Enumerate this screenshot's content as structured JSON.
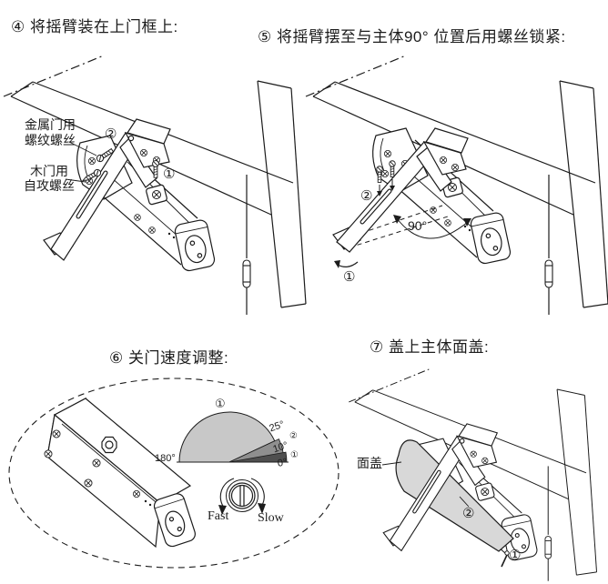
{
  "steps": {
    "s4": {
      "title": "④ 将摇臂装在上门框上:",
      "metal_label_line1": "金属门用",
      "metal_label_line2": "螺纹螺丝",
      "wood_label_line1": "木门用",
      "wood_label_line2": "自攻螺丝",
      "marker1": "①",
      "marker2": "②"
    },
    "s5": {
      "title": "⑤ 将摇臂摆至与主体90° 位置后用螺丝锁紧:",
      "angle_label": "90°",
      "marker1": "①",
      "marker2": "②"
    },
    "s6": {
      "title": "⑥ 关门速度调整:",
      "gauge": {
        "zone1_marker": "①",
        "zone2_marker": "②",
        "zone3_marker": "①",
        "angle_180": "180°",
        "angle_25": "25°",
        "angle_10": "10°",
        "angle_0": "0°"
      },
      "knob": {
        "fast": "Fast",
        "slow": "Slow"
      }
    },
    "s7": {
      "title": "⑦ 盖上主体面盖:",
      "cover_label": "面盖",
      "marker1": "①",
      "marker2": "②"
    }
  },
  "colors": {
    "line": "#1c1c1c",
    "zone_light": "#c8c8c8",
    "zone_mid": "#8f8f8f",
    "zone_dark": "#4f4f4f",
    "cover_gray": "#d8d8d8",
    "background": "#ffffff"
  }
}
